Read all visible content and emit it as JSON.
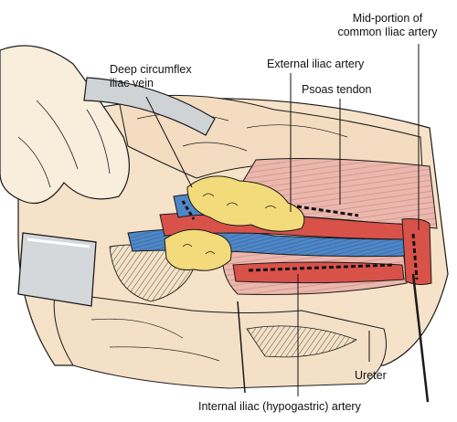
{
  "labels": {
    "deep_circumflex_vein": [
      "Deep circumflex",
      "iliac vein"
    ],
    "external_iliac_artery": "External iliac artery",
    "common_iliac_artery": [
      "Mid-portion of",
      "common Iliac artery"
    ],
    "psoas_tendon": "Psoas tendon",
    "ureter": "Ureter",
    "internal_iliac_artery": "Internal iliac (hypogastric) artery"
  },
  "colors": {
    "artery": "#d8524a",
    "vein": "#4f86c6",
    "fat": "#f3da7a",
    "muscle": "#ecb7ad",
    "tissue": "#f6e2c8",
    "glove": "#f9eedc",
    "retractor": "#cfd3d6",
    "outline": "#1a1a1a"
  }
}
